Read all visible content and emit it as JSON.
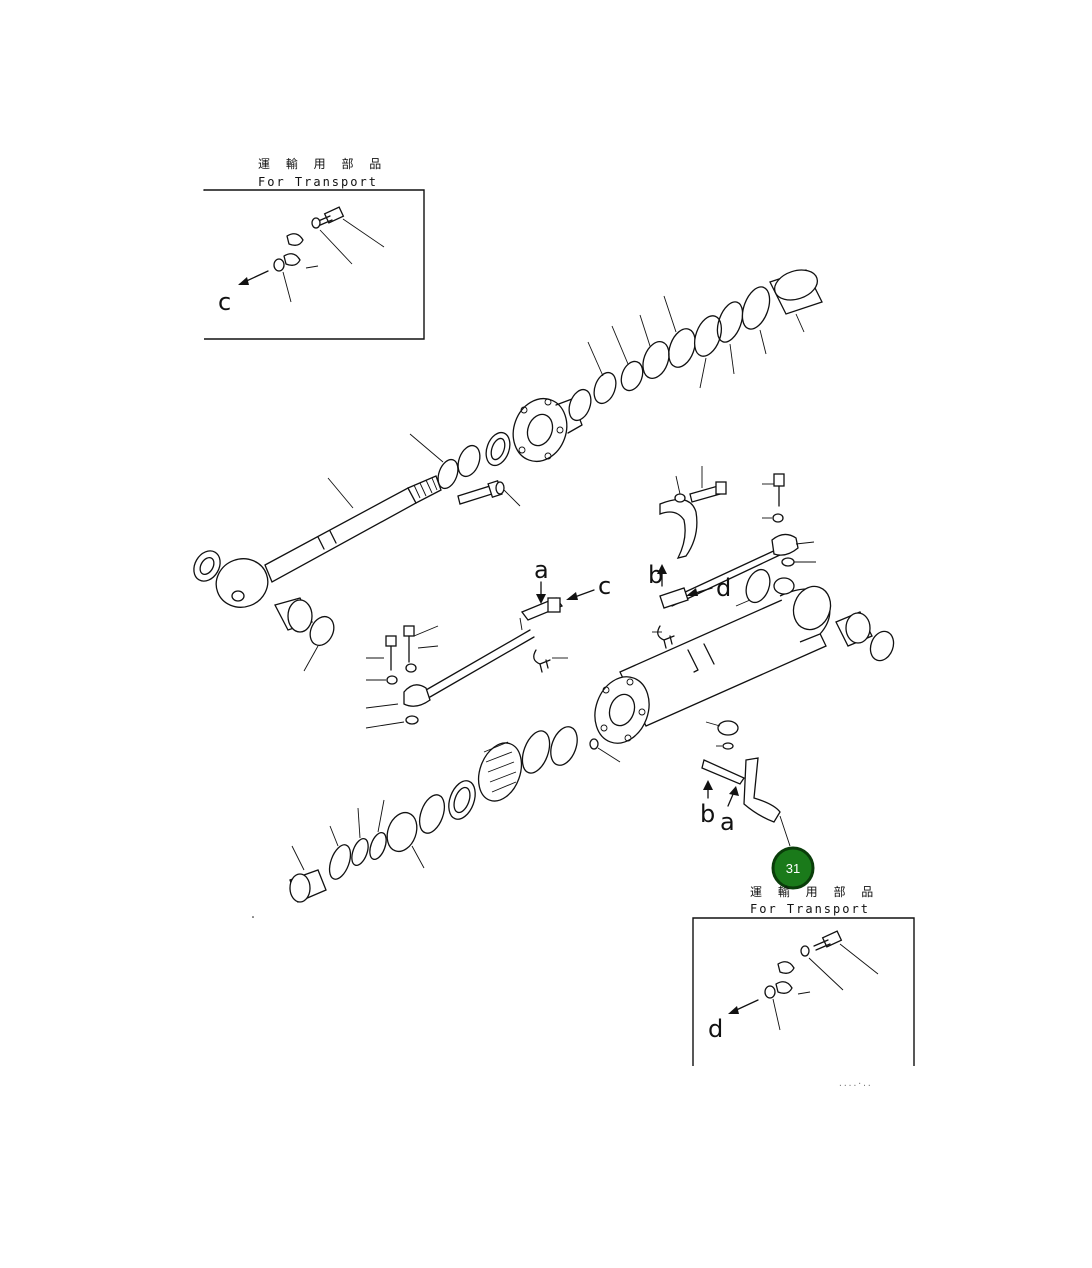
{
  "callout": {
    "number": "31",
    "fill": "#1a7a1a",
    "border": "#0a3d0a"
  },
  "insets": {
    "top_left": {
      "title_jp": "運 輸 用 部 品",
      "title_en": "For Transport",
      "view_letter": "c"
    },
    "bottom_right": {
      "title_jp": "運 輸 用 部 品",
      "title_en": "For Transport",
      "view_letter": "d"
    }
  },
  "view_letters": {
    "a1": "a",
    "c1": "c",
    "b1": "b",
    "d1": "d",
    "b2": "b",
    "a2": "a"
  },
  "footer_code": "....·.."
}
